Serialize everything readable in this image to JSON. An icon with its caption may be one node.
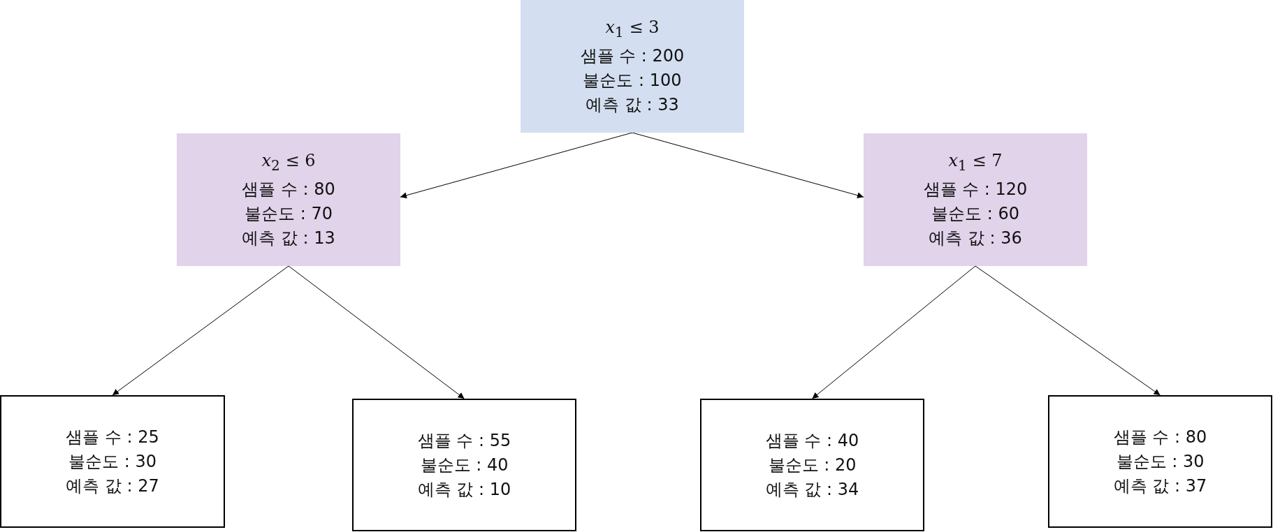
{
  "diagram": {
    "nodes": [
      {
        "text": [
          "*x*$_{1}$ ≤ 3",
          "샘플 수 : 200",
          "불순도 : 100",
          "예측 값 : 33"
        ]
      },
      {
        "text": [
          "*x*$_{2}$ ≤ 6",
          "샘플 수 : 80",
          "불순도 : 70",
          "예측 값 : 13"
        ]
      },
      {
        "text": [
          "*x*$_{1}$ ≤ 7",
          "샘플 수 : 120",
          "불순도 : 60",
          "예측 값 : 36"
        ]
      },
      {
        "text": [
          "샘플 수 : 25",
          "불순도 : 30",
          "예측 값 : 27"
        ]
      },
      {
        "text": [
          "샘플 수 : 55",
          "불순도 : 40",
          "예측 값 : 10"
        ]
      },
      {
        "text": [
          "샘플 수 : 40",
          "불순도 : 20",
          "예측 값 : 34"
        ]
      },
      {
        "text": [
          "샘플 수 : 80",
          "불순도 : 30",
          "예측 값 : 37"
        ]
      }
    ],
    "edges": [
      {
        "from": 0,
        "to": 1,
        "arrow": "to"
      },
      {
        "from": 0,
        "to": 2,
        "arrow": "to"
      },
      {
        "from": 1,
        "to": 3,
        "arrow": "to"
      },
      {
        "from": 1,
        "to": 4,
        "arrow": "to"
      },
      {
        "from": 2,
        "to": 5,
        "arrow": "to"
      },
      {
        "from": 2,
        "to": 6,
        "arrow": "to"
      }
    ]
  }
}
